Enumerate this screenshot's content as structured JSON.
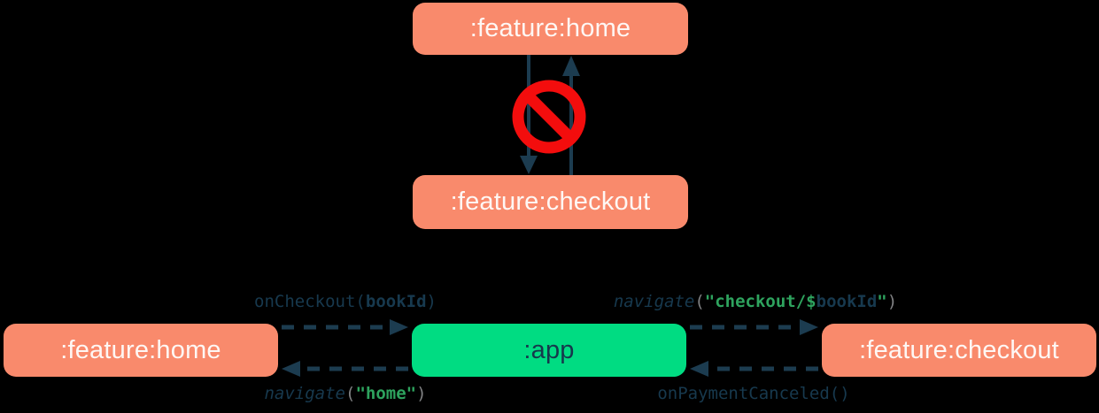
{
  "diagram": {
    "background": "#000000",
    "colors": {
      "module_box": "#F98A6C",
      "module_text": "#FEF7F4",
      "app_box": "#00DC82",
      "app_text": "#16384C",
      "arrow": "#1C3C50",
      "code_text": "#17394E",
      "code_string": "#2EA35E",
      "code_paren": "#808183",
      "forbidden_red": "#F30D0D"
    },
    "top": {
      "nodes": [
        {
          "id": "feature-home",
          "label": ":feature:home"
        },
        {
          "id": "feature-checkout",
          "label": ":feature:checkout"
        }
      ],
      "forbidden_icon": "no-entry-sign",
      "edges": [
        {
          "from": ":feature:home",
          "to": ":feature:checkout",
          "style": "solid",
          "allowed": false
        },
        {
          "from": ":feature:checkout",
          "to": ":feature:home",
          "style": "solid",
          "allowed": false
        }
      ]
    },
    "bottom": {
      "nodes": [
        {
          "id": "feature-home",
          "label": ":feature:home"
        },
        {
          "id": "app",
          "label": ":app"
        },
        {
          "id": "feature-checkout",
          "label": ":feature:checkout"
        }
      ],
      "edges": [
        {
          "from": ":feature:home",
          "to": ":app",
          "label": "onCheckout(bookId)",
          "style": "dashed"
        },
        {
          "from": ":app",
          "to": ":feature:home",
          "label": "navigate(\"home\")",
          "style": "dashed"
        },
        {
          "from": ":app",
          "to": ":feature:checkout",
          "label": "navigate(\"checkout/$bookId\")",
          "style": "dashed"
        },
        {
          "from": ":feature:checkout",
          "to": ":app",
          "label": "onPaymentCanceled()",
          "style": "dashed"
        }
      ],
      "code_labels": {
        "oncheckout": [
          {
            "t": "onCheckout(",
            "c": "fn"
          },
          {
            "t": "bookId",
            "c": "fnb"
          },
          {
            "t": ")",
            "c": "fn"
          }
        ],
        "navigate_checkout": [
          {
            "t": "navigate",
            "c": "it"
          },
          {
            "t": "(",
            "c": "par"
          },
          {
            "t": "\"checkout/$",
            "c": "str"
          },
          {
            "t": "bookId",
            "c": "varb"
          },
          {
            "t": "\"",
            "c": "str"
          },
          {
            "t": ")",
            "c": "par"
          }
        ],
        "navigate_home": [
          {
            "t": "navigate",
            "c": "it"
          },
          {
            "t": "(",
            "c": "par"
          },
          {
            "t": "\"home\"",
            "c": "str"
          },
          {
            "t": ")",
            "c": "par"
          }
        ],
        "onpaymentcanceled": [
          {
            "t": "onPaymentCanceled()",
            "c": "fn"
          }
        ]
      }
    }
  }
}
